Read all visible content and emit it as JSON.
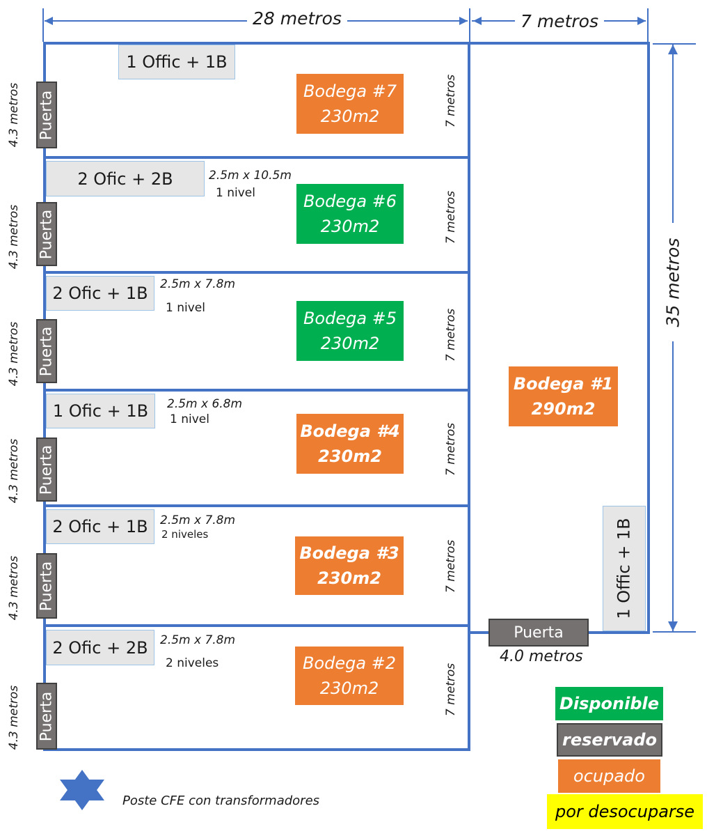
{
  "colors": {
    "line": "#4472c4",
    "disponible": "#00b050",
    "reservado": "#767171",
    "ocupado": "#ed7d31",
    "por_desocuparse": "#ffff00",
    "office_fill": "#e6e6e6",
    "door_fill": "#767171"
  },
  "top_dims": {
    "left": "28 metros",
    "right": "7 metros"
  },
  "right_dim": "35 metros",
  "unit_height_label": "7 metros",
  "door_width_label": "4.3 metros",
  "door_label": "Puerta",
  "units": [
    {
      "office": "1 Offic + 1B",
      "dims": "",
      "levels": "",
      "name": "Bodega #7",
      "area": "230m2",
      "status": "ocupado"
    },
    {
      "office": "2 Ofic + 2B",
      "dims": "2.5m x 10.5m",
      "levels": "1 nivel",
      "name": "Bodega #6",
      "area": "230m2",
      "status": "disponible"
    },
    {
      "office": "2 Ofic + 1B",
      "dims": "2.5m x 7.8m",
      "levels": "1 nivel",
      "name": "Bodega #5",
      "area": "230m2",
      "status": "disponible"
    },
    {
      "office": "1 Ofic + 1B",
      "dims": "2.5m x 6.8m",
      "levels": "1 nivel",
      "name": "Bodega #4",
      "area": "230m2",
      "status": "ocupado"
    },
    {
      "office": "2 Ofic + 1B",
      "dims": "2.5m x 7.8m",
      "levels": "2 niveles",
      "name": "Bodega #3",
      "area": "230m2",
      "status": "ocupado"
    },
    {
      "office": "2 Ofic + 2B",
      "dims": "2.5m x 7.8m",
      "levels": "2 niveles",
      "name": "Bodega #2",
      "area": "230m2",
      "status": "ocupado"
    }
  ],
  "bodega1": {
    "name": "Bodega #1",
    "area": "290m2",
    "office": "1 Offic + 1B",
    "door": "Puerta",
    "door_width": "4.0 metros",
    "status": "ocupado"
  },
  "legend": [
    {
      "label": "Disponible",
      "color": "#00b050",
      "text_color": "#ffffff"
    },
    {
      "label": "reservado",
      "color": "#767171",
      "text_color": "#ffffff"
    },
    {
      "label": "ocupado",
      "color": "#ed7d31",
      "text_color": "#ffffff"
    },
    {
      "label": "por desocuparse",
      "color": "#ffff00",
      "text_color": "#000000"
    }
  ],
  "pole": {
    "label": "Poste CFE con transformadores",
    "icon": "star-of-david-icon"
  }
}
